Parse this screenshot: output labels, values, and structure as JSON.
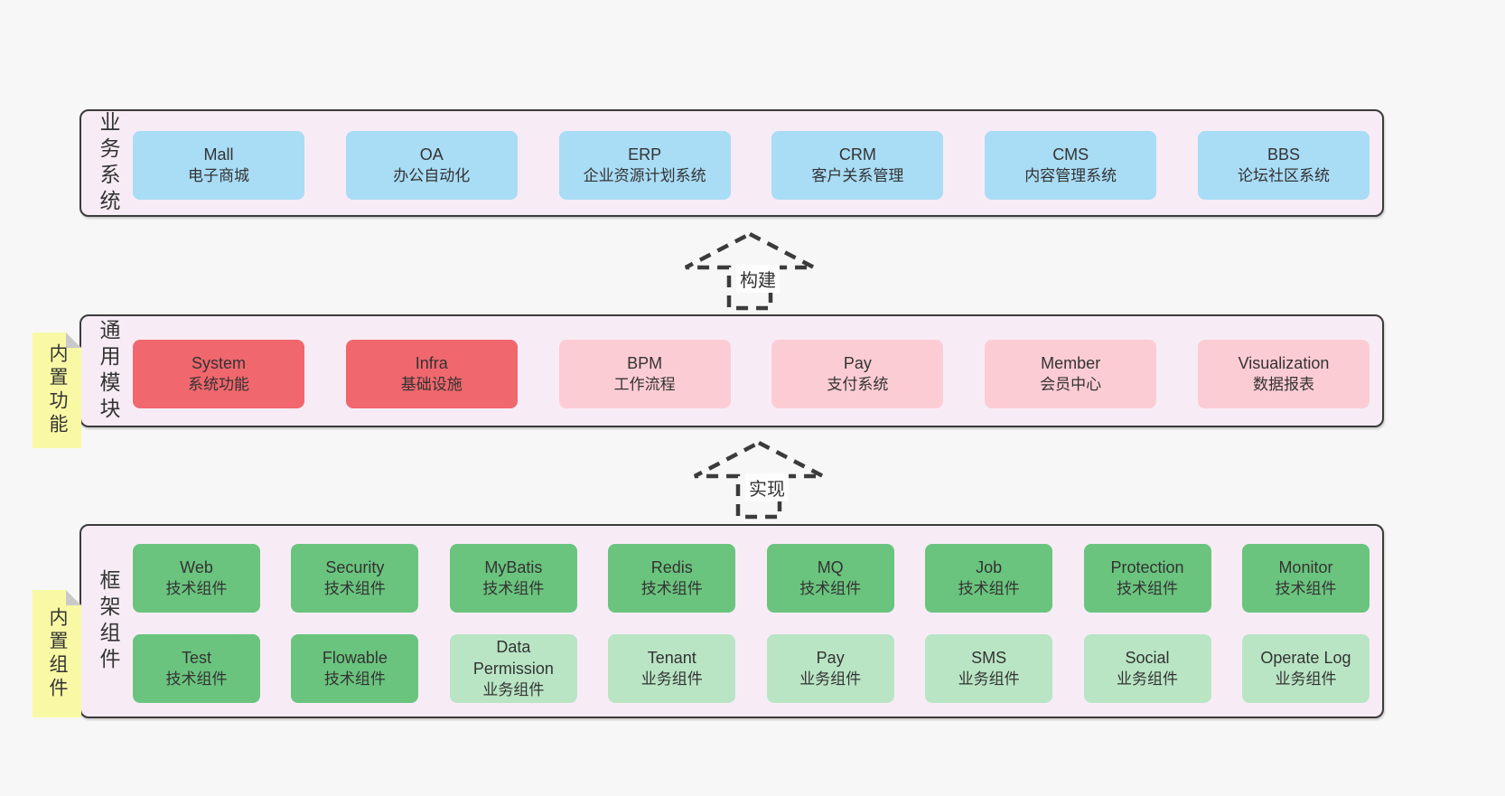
{
  "palette": {
    "page_bg": "#f7f7f7",
    "panel_bg": "#f7ecf5",
    "panel_border": "#3b3b3b",
    "blue": "#a9dcf5",
    "red": "#f0676d",
    "pink": "#fcccd4",
    "green": "#6ac47e",
    "light_green": "#b9e5c4",
    "sticky_yellow": "#f9f9a5",
    "sticky_fold_gray": "#c9c9c9",
    "text": "#333333"
  },
  "arrows": [
    {
      "label": "构建"
    },
    {
      "label": "实现"
    }
  ],
  "sections": [
    {
      "label": "业务系统",
      "boxes": [
        {
          "name": "Mall",
          "desc": "电子商城"
        },
        {
          "name": "OA",
          "desc": "办公自动化"
        },
        {
          "name": "ERP",
          "desc": "企业资源计划系统"
        },
        {
          "name": "CRM",
          "desc": "客户关系管理"
        },
        {
          "name": "CMS",
          "desc": "内容管理系统"
        },
        {
          "name": "BBS",
          "desc": "论坛社区系统"
        }
      ]
    },
    {
      "label": "通用模块",
      "sticky": "内置功能",
      "boxes": [
        {
          "name": "System",
          "desc": "系统功能"
        },
        {
          "name": "Infra",
          "desc": "基础设施"
        },
        {
          "name": "BPM",
          "desc": "工作流程"
        },
        {
          "name": "Pay",
          "desc": "支付系统"
        },
        {
          "name": "Member",
          "desc": "会员中心"
        },
        {
          "name": "Visualization",
          "desc": "数据报表"
        }
      ]
    },
    {
      "label": "框架组件",
      "sticky": "内置组件",
      "rows": [
        [
          {
            "name": "Web",
            "desc": "技术组件"
          },
          {
            "name": "Security",
            "desc": "技术组件"
          },
          {
            "name": "MyBatis",
            "desc": "技术组件"
          },
          {
            "name": "Redis",
            "desc": "技术组件"
          },
          {
            "name": "MQ",
            "desc": "技术组件"
          },
          {
            "name": "Job",
            "desc": "技术组件"
          },
          {
            "name": "Protection",
            "desc": "技术组件"
          },
          {
            "name": "Monitor",
            "desc": "技术组件"
          }
        ],
        [
          {
            "name": "Test",
            "desc": "技术组件"
          },
          {
            "name": "Flowable",
            "desc": "技术组件"
          },
          {
            "name": "Data Permission",
            "desc": "业务组件"
          },
          {
            "name": "Tenant",
            "desc": "业务组件"
          },
          {
            "name": "Pay",
            "desc": "业务组件"
          },
          {
            "name": "SMS",
            "desc": "业务组件"
          },
          {
            "name": "Social",
            "desc": "业务组件"
          },
          {
            "name": "Operate Log",
            "desc": "业务组件"
          }
        ]
      ]
    }
  ]
}
